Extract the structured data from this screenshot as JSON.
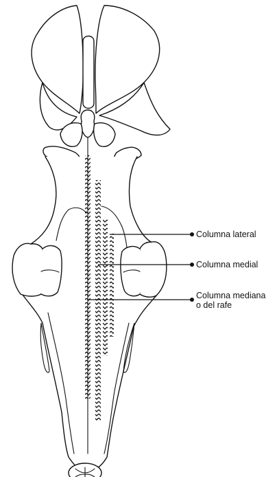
{
  "labels": {
    "lateral": "Columna lateral",
    "medial": "Columna medial",
    "mediana_line1": "Columna mediana",
    "mediana_line2": "o del rafe"
  },
  "colors": {
    "line": "#111111",
    "background": "#ffffff"
  }
}
